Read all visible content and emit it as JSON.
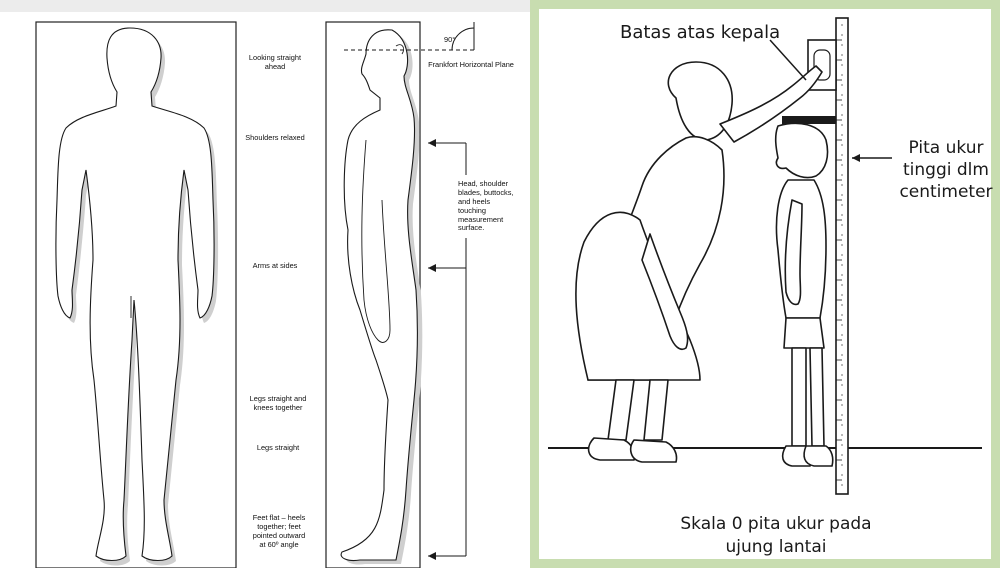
{
  "left_panel": {
    "labels": {
      "looking": "Looking straight ahead",
      "angle": "90°",
      "frankfort": "Frankfort Horizontal Plane",
      "shoulders": "Shoulders relaxed",
      "head_contact": "Head, shoulder blades, buttocks, and heels touching measurement surface.",
      "arms": "Arms at sides",
      "legs_knees": "Legs straight and knees together",
      "legs": "Legs straight",
      "feet": "Feet flat – heels together; feet pointed outward at 60º angle"
    }
  },
  "right_panel": {
    "border_color": "#c8ddb0",
    "labels": {
      "top_head": "Batas atas kepala",
      "tape_line1": "Pita ukur",
      "tape_line2": "tinggi dlm",
      "tape_line3": "centimeter",
      "bottom_line1": "Skala 0 pita ukur pada",
      "bottom_line2": "ujung lantai"
    }
  }
}
